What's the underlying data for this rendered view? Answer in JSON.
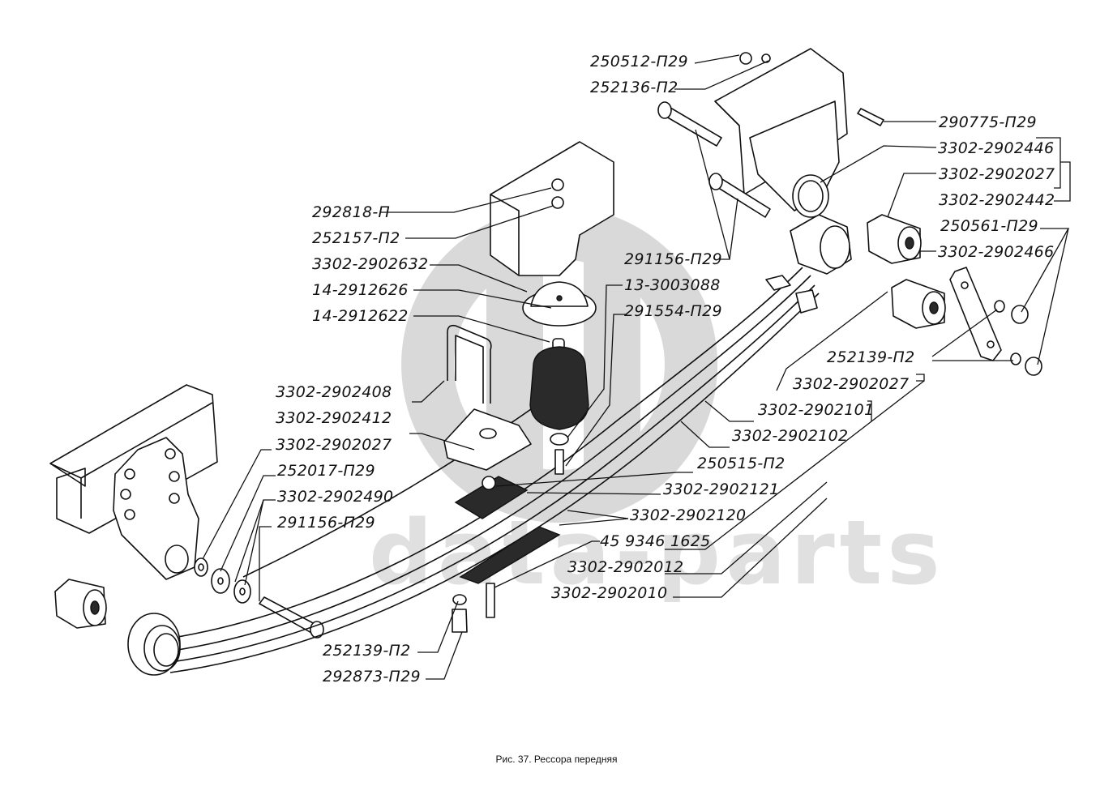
{
  "figure": {
    "caption": "Рис. 37. Рессора передняя",
    "watermark": "data-parts",
    "watermark_logo": "dp",
    "colors": {
      "ink": "#111111",
      "watermark": "#d9d9d9",
      "background": "#ffffff"
    }
  },
  "labels": [
    {
      "id": "l1",
      "text": "250512-П29"
    },
    {
      "id": "l2",
      "text": "252136-П2"
    },
    {
      "id": "l3",
      "text": "290775-П29"
    },
    {
      "id": "l4",
      "text": "3302-2902446"
    },
    {
      "id": "l5",
      "text": "3302-2902027"
    },
    {
      "id": "l6",
      "text": "3302-2902442"
    },
    {
      "id": "l7",
      "text": "250561-П29"
    },
    {
      "id": "l8",
      "text": "3302-2902466"
    },
    {
      "id": "l9",
      "text": "292818-П"
    },
    {
      "id": "l10",
      "text": "252157-П2"
    },
    {
      "id": "l11",
      "text": "3302-2902632"
    },
    {
      "id": "l12",
      "text": "14-2912626"
    },
    {
      "id": "l13",
      "text": "14-2912622"
    },
    {
      "id": "l14",
      "text": "291156-П29"
    },
    {
      "id": "l15",
      "text": "13-3003088"
    },
    {
      "id": "l16",
      "text": "291554-П29"
    },
    {
      "id": "l17",
      "text": "252139-П2"
    },
    {
      "id": "l18",
      "text": "3302-2902027"
    },
    {
      "id": "l19",
      "text": "3302-2902101"
    },
    {
      "id": "l20",
      "text": "3302-2902408"
    },
    {
      "id": "l21",
      "text": "3302-2902412"
    },
    {
      "id": "l22",
      "text": "3302-2902102"
    },
    {
      "id": "l23",
      "text": "3302-2902027"
    },
    {
      "id": "l24",
      "text": "252017-П29"
    },
    {
      "id": "l25",
      "text": "250515-П2"
    },
    {
      "id": "l26",
      "text": "3302-2902490"
    },
    {
      "id": "l27",
      "text": "3302-2902121"
    },
    {
      "id": "l28",
      "text": "291156-П29"
    },
    {
      "id": "l29",
      "text": "3302-2902120"
    },
    {
      "id": "l30",
      "text": "45 9346 1625"
    },
    {
      "id": "l31",
      "text": "3302-2902012"
    },
    {
      "id": "l32",
      "text": "3302-2902010"
    },
    {
      "id": "l33",
      "text": "252139-П2"
    },
    {
      "id": "l34",
      "text": "292873-П29"
    }
  ]
}
